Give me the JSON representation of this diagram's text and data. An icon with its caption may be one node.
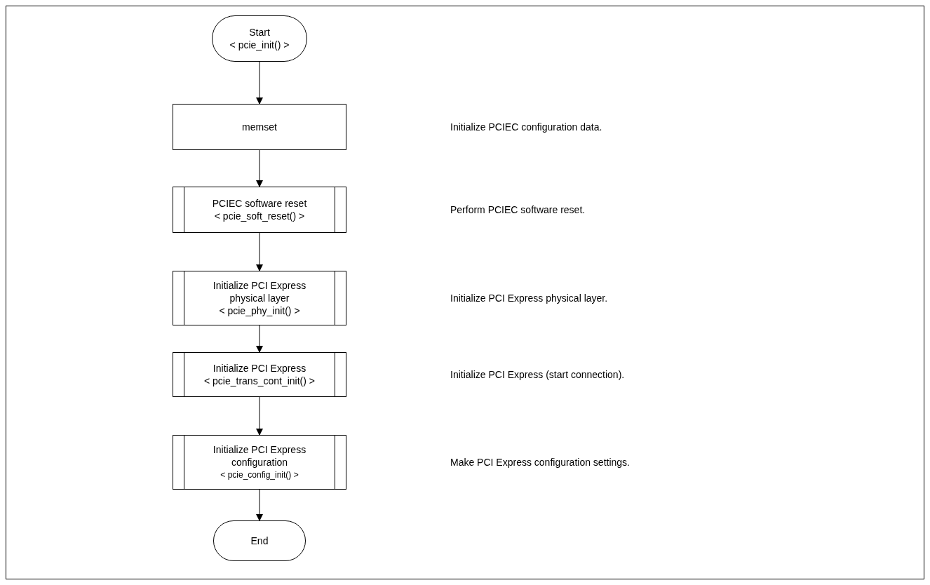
{
  "diagram": {
    "nodes": [
      {
        "text": [
          "Start",
          "< pcie_init() >"
        ]
      },
      {
        "text": [
          "memset"
        ]
      },
      {
        "text": [
          "PCIEC software reset",
          "< pcie_soft_reset() >"
        ]
      },
      {
        "text": [
          "Initialize PCI Express physical layer",
          "< pcie_phy_init() >"
        ]
      },
      {
        "text": [
          "Initialize PCI Express",
          "< pcie_trans_cont_init() >"
        ]
      },
      {
        "text": [
          "Initialize PCI Express configuration",
          "< pcie_config_init() >"
        ]
      },
      {
        "text": [
          "End"
        ]
      }
    ],
    "edges": [
      {
        "from": 0,
        "to": 1,
        "arrow": "to"
      },
      {
        "from": 1,
        "to": 2,
        "arrow": "to"
      },
      {
        "from": 2,
        "to": 3,
        "arrow": "to"
      },
      {
        "from": 3,
        "to": 4,
        "arrow": "to"
      },
      {
        "from": 4,
        "to": 5,
        "arrow": "to"
      },
      {
        "from": 5,
        "to": 6,
        "arrow": "to"
      }
    ],
    "labels": [
      "Initialize PCIEC configuration data.",
      "Perform PCIEC software reset.",
      "Initialize PCI Express physical layer.",
      "Initialize PCI Express (start connection).",
      "Make PCI Express configuration settings."
    ]
  }
}
